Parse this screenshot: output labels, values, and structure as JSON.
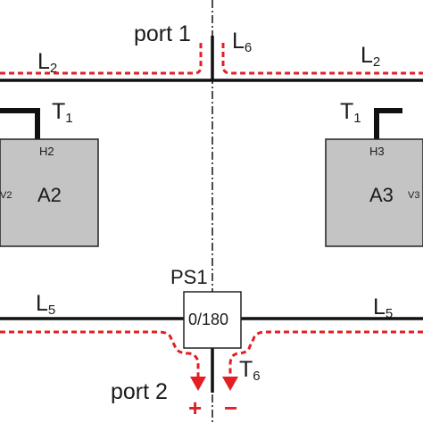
{
  "diagram": {
    "port1": "port 1",
    "port2": "port 2",
    "lines": {
      "l2_left": {
        "main": "L",
        "sub": "2"
      },
      "l2_right": {
        "main": "L",
        "sub": "2"
      },
      "l6": {
        "main": "L",
        "sub": "6"
      },
      "l5_left": {
        "main": "L",
        "sub": "5"
      },
      "l5_right": {
        "main": "L",
        "sub": "5"
      },
      "t1_left": {
        "main": "T",
        "sub": "1"
      },
      "t1_right": {
        "main": "T",
        "sub": "1"
      },
      "t6": {
        "main": "T",
        "sub": "6"
      }
    },
    "blocks": {
      "a2": {
        "label": "A2",
        "port": "H2",
        "side": "V2"
      },
      "a3": {
        "label": "A3",
        "port": "H3",
        "side": "V3"
      }
    },
    "phase_shifter": {
      "name": "PS1",
      "value": "0/180"
    },
    "polarity": {
      "plus": "+",
      "minus": "−"
    },
    "colors": {
      "signal_path": "#e31e24",
      "block_fill": "#c4c4c4",
      "line": "#111111"
    }
  }
}
